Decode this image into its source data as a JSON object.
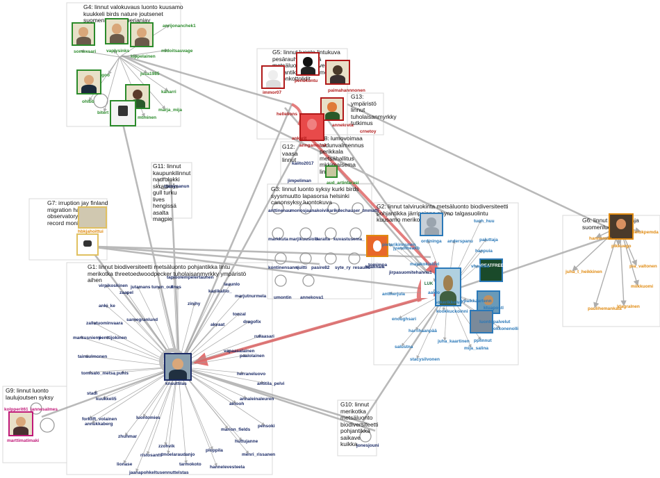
{
  "groups": {
    "g1": "G1: linnut biodiversiteetti metsäluonto pohjantikka lintu merikotka threetoedwoodpecker tuholaisanmyrkky ympäristö aihen",
    "g2": "G2: linnut talviruokinta metsäluonto biodiversiteetti pohjantikka järripeippo phyno talgasuolintu kuusamo merikotka",
    "g3": "G3: linnut luonto syksy kurki birds syysmuutto lapasorsa helsinki canonsyksy luontokuva",
    "g4": "G4: linnut valokuvaus luonto kuusamo kuukkeli birds nature joutsenet suomenluonto siberianjay",
    "g5": "G5: linnut luonto lintukuva pesärauhaa metsä metsäluonto biodiversiteetti pohjantikka kuusamo nedonkottolidit",
    "g6": "G6: linnut 100lintulaja suomenluonto",
    "g7": "G7: irruption jay finland migration hanko bird observatory linnut record monitoring",
    "g8": "G8: lumovoimaa laidunvalmennus perikkala metsähallitus mkkimaisema linnut",
    "g9": "G9: linnut luonto laulujoutsen syksy",
    "g10": "G10: linnut merikotka metsäluonto biodiversiteetti pohjantikka saikave kuikka",
    "g11": "G11: linnut kaupunkilinnut naurulokki skrattmås gull turku lives hengissä asalta magpie",
    "g12": "G12: vaasa linnut",
    "g13": "G13: ympäristö linnut tuholaisanmyrkky tutkimus"
  },
  "nodes": {
    "hub": "knuuttilas",
    "g1": [
      "virpikoskinen",
      "zaapel",
      "jutamans",
      "tunen_out",
      "lines",
      "anki_ke",
      "sarnegranlund",
      "zallatuominvaara",
      "markusniemi",
      "penttijokinen",
      "tainaulmonen",
      "tomisalo_metsa",
      "_puhis",
      "stadi",
      "kuukkeli5",
      "forklift_volainen",
      "annukkaberg",
      "luontomies",
      "zhuhmar",
      "zzohvik",
      "ristosantti",
      "tmoelaraudanjo",
      "ploppila",
      "tarmokoto",
      "hannelevesteela",
      "jaanapohkeltusennuttelstas",
      "lionase",
      "marion_fields",
      "huttujanne",
      "menri_rissanen",
      "pensoki",
      "annaleinaleuren",
      "ainooh",
      "antitila_pelvi",
      "herraneluovo",
      "paalolainen",
      "vapaasalainen",
      "rullaasari",
      "dragofix",
      "akvaat",
      "zinihy",
      "tonzal",
      "marjutnurmela",
      "kariikallio_",
      "lauunlo",
      "tapioolempelertaunen"
    ],
    "g2": [
      "pietarikinnunen",
      "ordininga",
      "anderspanu",
      "jyandtheakb",
      "majakokieliivi",
      "antlherjula",
      "aaldo",
      "enoughsari",
      "harrihaanpää",
      "salustna",
      "stacysilvonen",
      "juha_kaartinen",
      "mija_salina",
      "pplinnut",
      "okkonenolli",
      "ktuapostl",
      "luontopalvelut",
      "paluttaja",
      "tuoh_huu",
      "hanpuia",
      "vhautala",
      "kookkuckoinni",
      "sokerikkelva",
      "ivpaikkaartenn"
    ],
    "g3": [
      "anttinenau",
      "monosjaana",
      "koivikari",
      "kdechauser_tmmatti",
      "markkuta",
      "marjikuusiolo",
      "ilaralta",
      "kuvastus",
      "ema_",
      "kontinensanni",
      "quitti",
      "pasire82",
      "syte_ry",
      "resaulfo",
      "laiaknala",
      "tomimpa",
      "jirpasuomitehannu1",
      "umontin",
      "annekova1"
    ],
    "g4": [
      "somexsari",
      "vaplysinks",
      "anrijonanchek1",
      "kippelainen",
      "midoitsauvage",
      "goo",
      "ohlbb",
      "bitert",
      "mtminen",
      "marja_mija",
      "kaharri",
      "jusa1985"
    ],
    "g5": [
      "immor07",
      "penukuntu",
      "paimahannnonen",
      "hellelions",
      "annekreta",
      "ankarit",
      "anngamonst",
      "crnetoy"
    ],
    "g6": [
      "hanneman",
      "pikkuego",
      "leiukpemda",
      "juha_t_heikkinen",
      "pia_valtonen",
      "miikkuomi",
      "paulihemankala",
      "ldagralnen"
    ],
    "g7": [
      "hbkjahoittui"
    ],
    "g8": [
      "aud_artintarasi"
    ],
    "g9": [
      "kolpperit61",
      "jannesalmes",
      "marttimatimaki"
    ],
    "g10": [
      "jonesjouni"
    ],
    "g11": [
      "olanynanun"
    ],
    "g12": [
      "kaiito2017",
      "jimpeliman"
    ]
  },
  "badges": {
    "peatfree": "#PEATFREE",
    "luke": "LUK"
  }
}
